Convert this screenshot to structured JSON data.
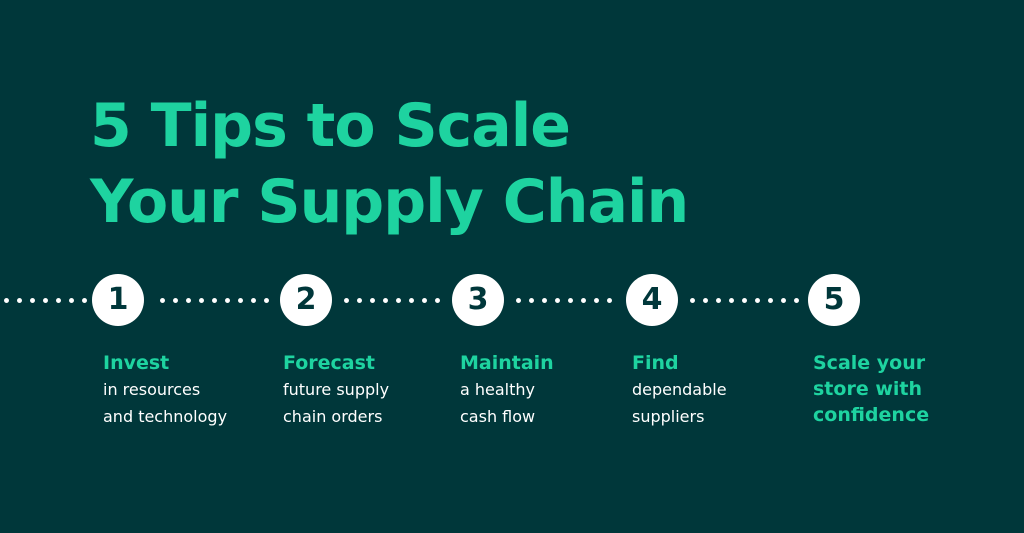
{
  "title": {
    "line1": "5 Tips to Scale",
    "line2": "Your Supply Chain"
  },
  "colors": {
    "background": "#00373a",
    "accent": "#1ed3a0",
    "text": "#ffffff"
  },
  "steps": [
    {
      "number": "1",
      "heading": "Invest",
      "desc_line1": "in resources",
      "desc_line2": "and technology"
    },
    {
      "number": "2",
      "heading": "Forecast",
      "desc_line1": "future supply",
      "desc_line2": "chain orders"
    },
    {
      "number": "3",
      "heading": "Maintain",
      "desc_line1": "a healthy",
      "desc_line2": "cash flow"
    },
    {
      "number": "4",
      "heading": "Find",
      "desc_line1": "dependable",
      "desc_line2": "suppliers"
    },
    {
      "number": "5",
      "heading_line1": "Scale your",
      "heading_line2": "store with",
      "heading_line3": "confidence"
    }
  ]
}
